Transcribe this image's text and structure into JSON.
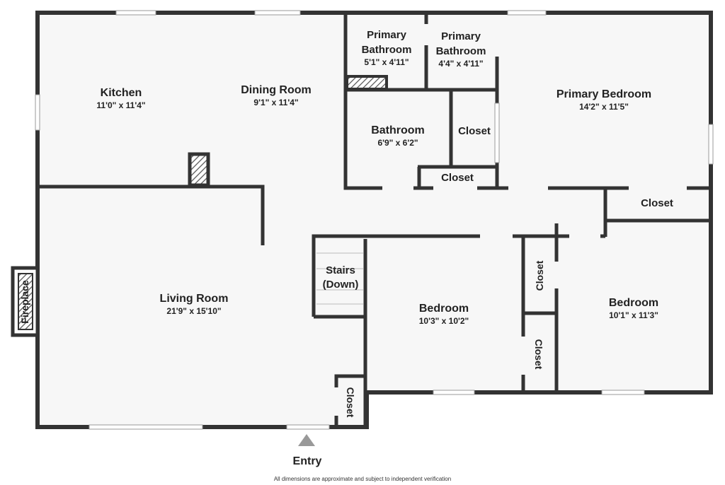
{
  "rooms": {
    "kitchen": {
      "name": "Kitchen",
      "dims": "11'0\" x 11'4\""
    },
    "dining": {
      "name": "Dining Room",
      "dims": "9'1\" x 11'4\""
    },
    "primary_bath_1": {
      "name_line1": "Primary",
      "name_line2": "Bathroom",
      "dims": "5'1\" x 4'11\""
    },
    "primary_bath_2": {
      "name_line1": "Primary",
      "name_line2": "Bathroom",
      "dims": "4'4\" x 4'11\""
    },
    "primary_bedroom": {
      "name": "Primary Bedroom",
      "dims": "14'2\" x 11'5\""
    },
    "bathroom": {
      "name": "Bathroom",
      "dims": "6'9\" x 6'2\""
    },
    "closet_bath_right": {
      "name": "Closet"
    },
    "closet_bath_bottom": {
      "name": "Closet"
    },
    "closet_hall_right": {
      "name": "Closet"
    },
    "living": {
      "name": "Living Room",
      "dims": "21'9\" x 15'10\""
    },
    "fireplace": {
      "name": "Fireplace"
    },
    "stairs": {
      "name_line1": "Stairs",
      "name_line2": "(Down)"
    },
    "bedroom_center": {
      "name": "Bedroom",
      "dims": "10'3\" x 10'2\""
    },
    "closet_mid_upper": {
      "name": "Closet"
    },
    "closet_mid_lower": {
      "name": "Closet"
    },
    "bedroom_right": {
      "name": "Bedroom",
      "dims": "10'1\" x 11'3\""
    },
    "closet_entry": {
      "name": "Closet"
    }
  },
  "entry": {
    "label": "Entry"
  },
  "disclaimer": "All dimensions are approximate and subject to independent verification",
  "colors": {
    "wall": "#333333",
    "floor": "#f7f7f7",
    "background": "#ffffff"
  }
}
